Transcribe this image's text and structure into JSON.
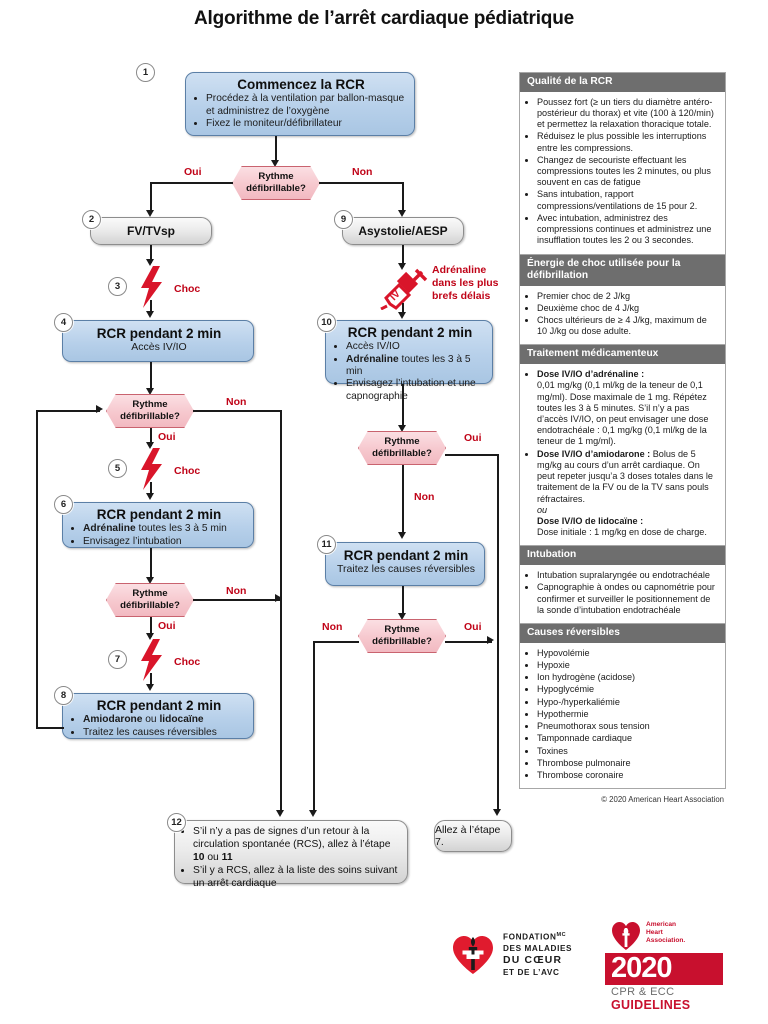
{
  "title": "Algorithme de l’arrêt cardiaque pédiatrique",
  "copyright": "© 2020 American Heart Association",
  "labels": {
    "oui": "Oui",
    "non": "Non",
    "choc": "Choc",
    "epinephrine": "Adrénaline\ndans les plus\nbrefs délais",
    "epi_l1": "Adrénaline",
    "epi_l2": "dans les plus",
    "epi_l3": "brefs délais"
  },
  "decision": {
    "line1": "Rythme",
    "line2": "défibrillable?"
  },
  "steps": {
    "s1": {
      "num": "1",
      "heading": "Commencez la RCR",
      "bullets": [
        "Procédez à la ventilation par ballon-masque et administrez de l’oxygène",
        "Fixez le moniteur/défibrillateur"
      ]
    },
    "s2": {
      "num": "2",
      "label": "FV/TVsp"
    },
    "s3": {
      "num": "3",
      "label": "Choc"
    },
    "s4": {
      "num": "4",
      "heading": "RCR pendant 2 min",
      "sub": "Accès IV/IO"
    },
    "s5": {
      "num": "5",
      "label": "Choc"
    },
    "s6": {
      "num": "6",
      "heading": "RCR pendant 2 min",
      "bullets_html": [
        "<b>Adrénaline</b> toutes les 3 à 5 min",
        "Envisagez l’intubation"
      ]
    },
    "s7": {
      "num": "7",
      "label": "Choc"
    },
    "s8": {
      "num": "8",
      "heading": "RCR pendant 2 min",
      "bullets_html": [
        "<b>Amiodarone</b> ou <b>lidocaïne</b>",
        "Traitez les causes réversibles"
      ]
    },
    "s9": {
      "num": "9",
      "label": "Asystolie/AESP"
    },
    "s10": {
      "num": "10",
      "heading": "RCR pendant 2 min",
      "bullets_html": [
        "Accès IV/IO",
        "<b>Adrénaline</b> toutes les 3 à 5 min",
        "Envisagez l’intubation et une capnographie"
      ]
    },
    "s11": {
      "num": "11",
      "heading": "RCR pendant 2 min",
      "sub": "Traitez les causes réversibles"
    },
    "s12": {
      "num": "12",
      "bullets_html": [
        "S’il n’y a pas de signes d’un retour à la circulation spontanée (RCS), allez à l’étape <b>10</b> ou <b>11</b>",
        "S’il y a RCS, allez à la liste des soins suivant un arrêt cardiaque"
      ]
    },
    "goto7": {
      "label": "Allez à l’étape 7."
    }
  },
  "panels": [
    {
      "id": "quality",
      "title": "Qualité de la RCR",
      "bullets": [
        "Poussez fort (≥ un tiers du diamètre antéro-postérieur du thorax) et vite (100 à 120/min) et permettez la relaxation thoracique totale.",
        "Réduisez le plus possible les interruptions entre les compressions.",
        "Changez de secouriste effectuant les compressions toutes les 2 minutes, ou plus souvent en cas de fatigue",
        "Sans intubation, rapport compressions/ventilations de 15 pour 2.",
        "Avec intubation, administrez des compressions continues et administrez une insufflation toutes les 2 ou 3 secondes."
      ]
    },
    {
      "id": "shock-energy",
      "title": "Énergie de choc utilisée pour la défibrillation",
      "bullets": [
        "Premier choc de 2 J/kg",
        "Deuxième choc de 4 J/kg",
        "Chocs ultérieurs de ≥ 4 J/kg, maximum de 10 J/kg ou dose adulte."
      ]
    },
    {
      "id": "drug-therapy",
      "title": "Traitement médicamenteux",
      "bullets_html": [
        "<b>Dose IV/IO d’adrénaline :</b><br>0,01 mg/kg (0,1 ml/kg de la teneur de 0,1 mg/ml). Dose maximale de 1 mg. Répétez toutes les 3 à 5 minutes. S’il n’y a pas d’accès IV/IO, on peut envisager une dose endotrachéale : 0,1 mg/kg (0,1 ml/kg de la teneur de 1 mg/ml).",
        "<b>Dose IV/IO d’amiodarone :</b> Bolus de 5 mg/kg au cours d’un arrêt cardiaque. On peut repeter jusqu’a 3 doses totales dans le traitement de la FV ou de la TV sans pouls réfractaires.<br><i>ou</i><br><b>Dose IV/IO de lidocaïne :</b><br>Dose initiale : 1 mg/kg en dose de charge."
      ]
    },
    {
      "id": "intubation",
      "title": "Intubation",
      "bullets": [
        "Intubation supralaryngée ou endotrachéale",
        "Capnographie à ondes ou capnométrie pour confirmer et surveiller le positionnement de la sonde d’intubation endotrachéale"
      ]
    },
    {
      "id": "reversible-causes",
      "title": "Causes réversibles",
      "bullets": [
        "Hypovolémie",
        "Hypoxie",
        "Ion hydrogène (acidose)",
        "Hypoglycémie",
        "Hypo-/hyperkaliémie",
        "Hypothermie",
        "Pneumothorax sous tension",
        "Tamponnade cardiaque",
        "Toxines",
        "Thrombose pulmonaire",
        "Thrombose coronaire"
      ]
    }
  ],
  "logos": {
    "hsf": {
      "l1": "FONDATION",
      "sup": "MC",
      "l2": "DES MALADIES",
      "l3": "DU CŒUR",
      "l4": "ET DE L’AVC"
    },
    "aha": {
      "name": "American Heart Association.",
      "year": "2020",
      "sub1": "CPR & ECC",
      "sub2": "GUIDELINES"
    }
  },
  "colors": {
    "box_blue": "#b7d0ea",
    "box_blue_border": "#5b7fa6",
    "hex_pink": "#f6c8ce",
    "hex_pink_border": "#c9636f",
    "red_label": "#c00418",
    "panel_header_gray": "#6e6e6e",
    "aha_red": "#c8102e"
  }
}
